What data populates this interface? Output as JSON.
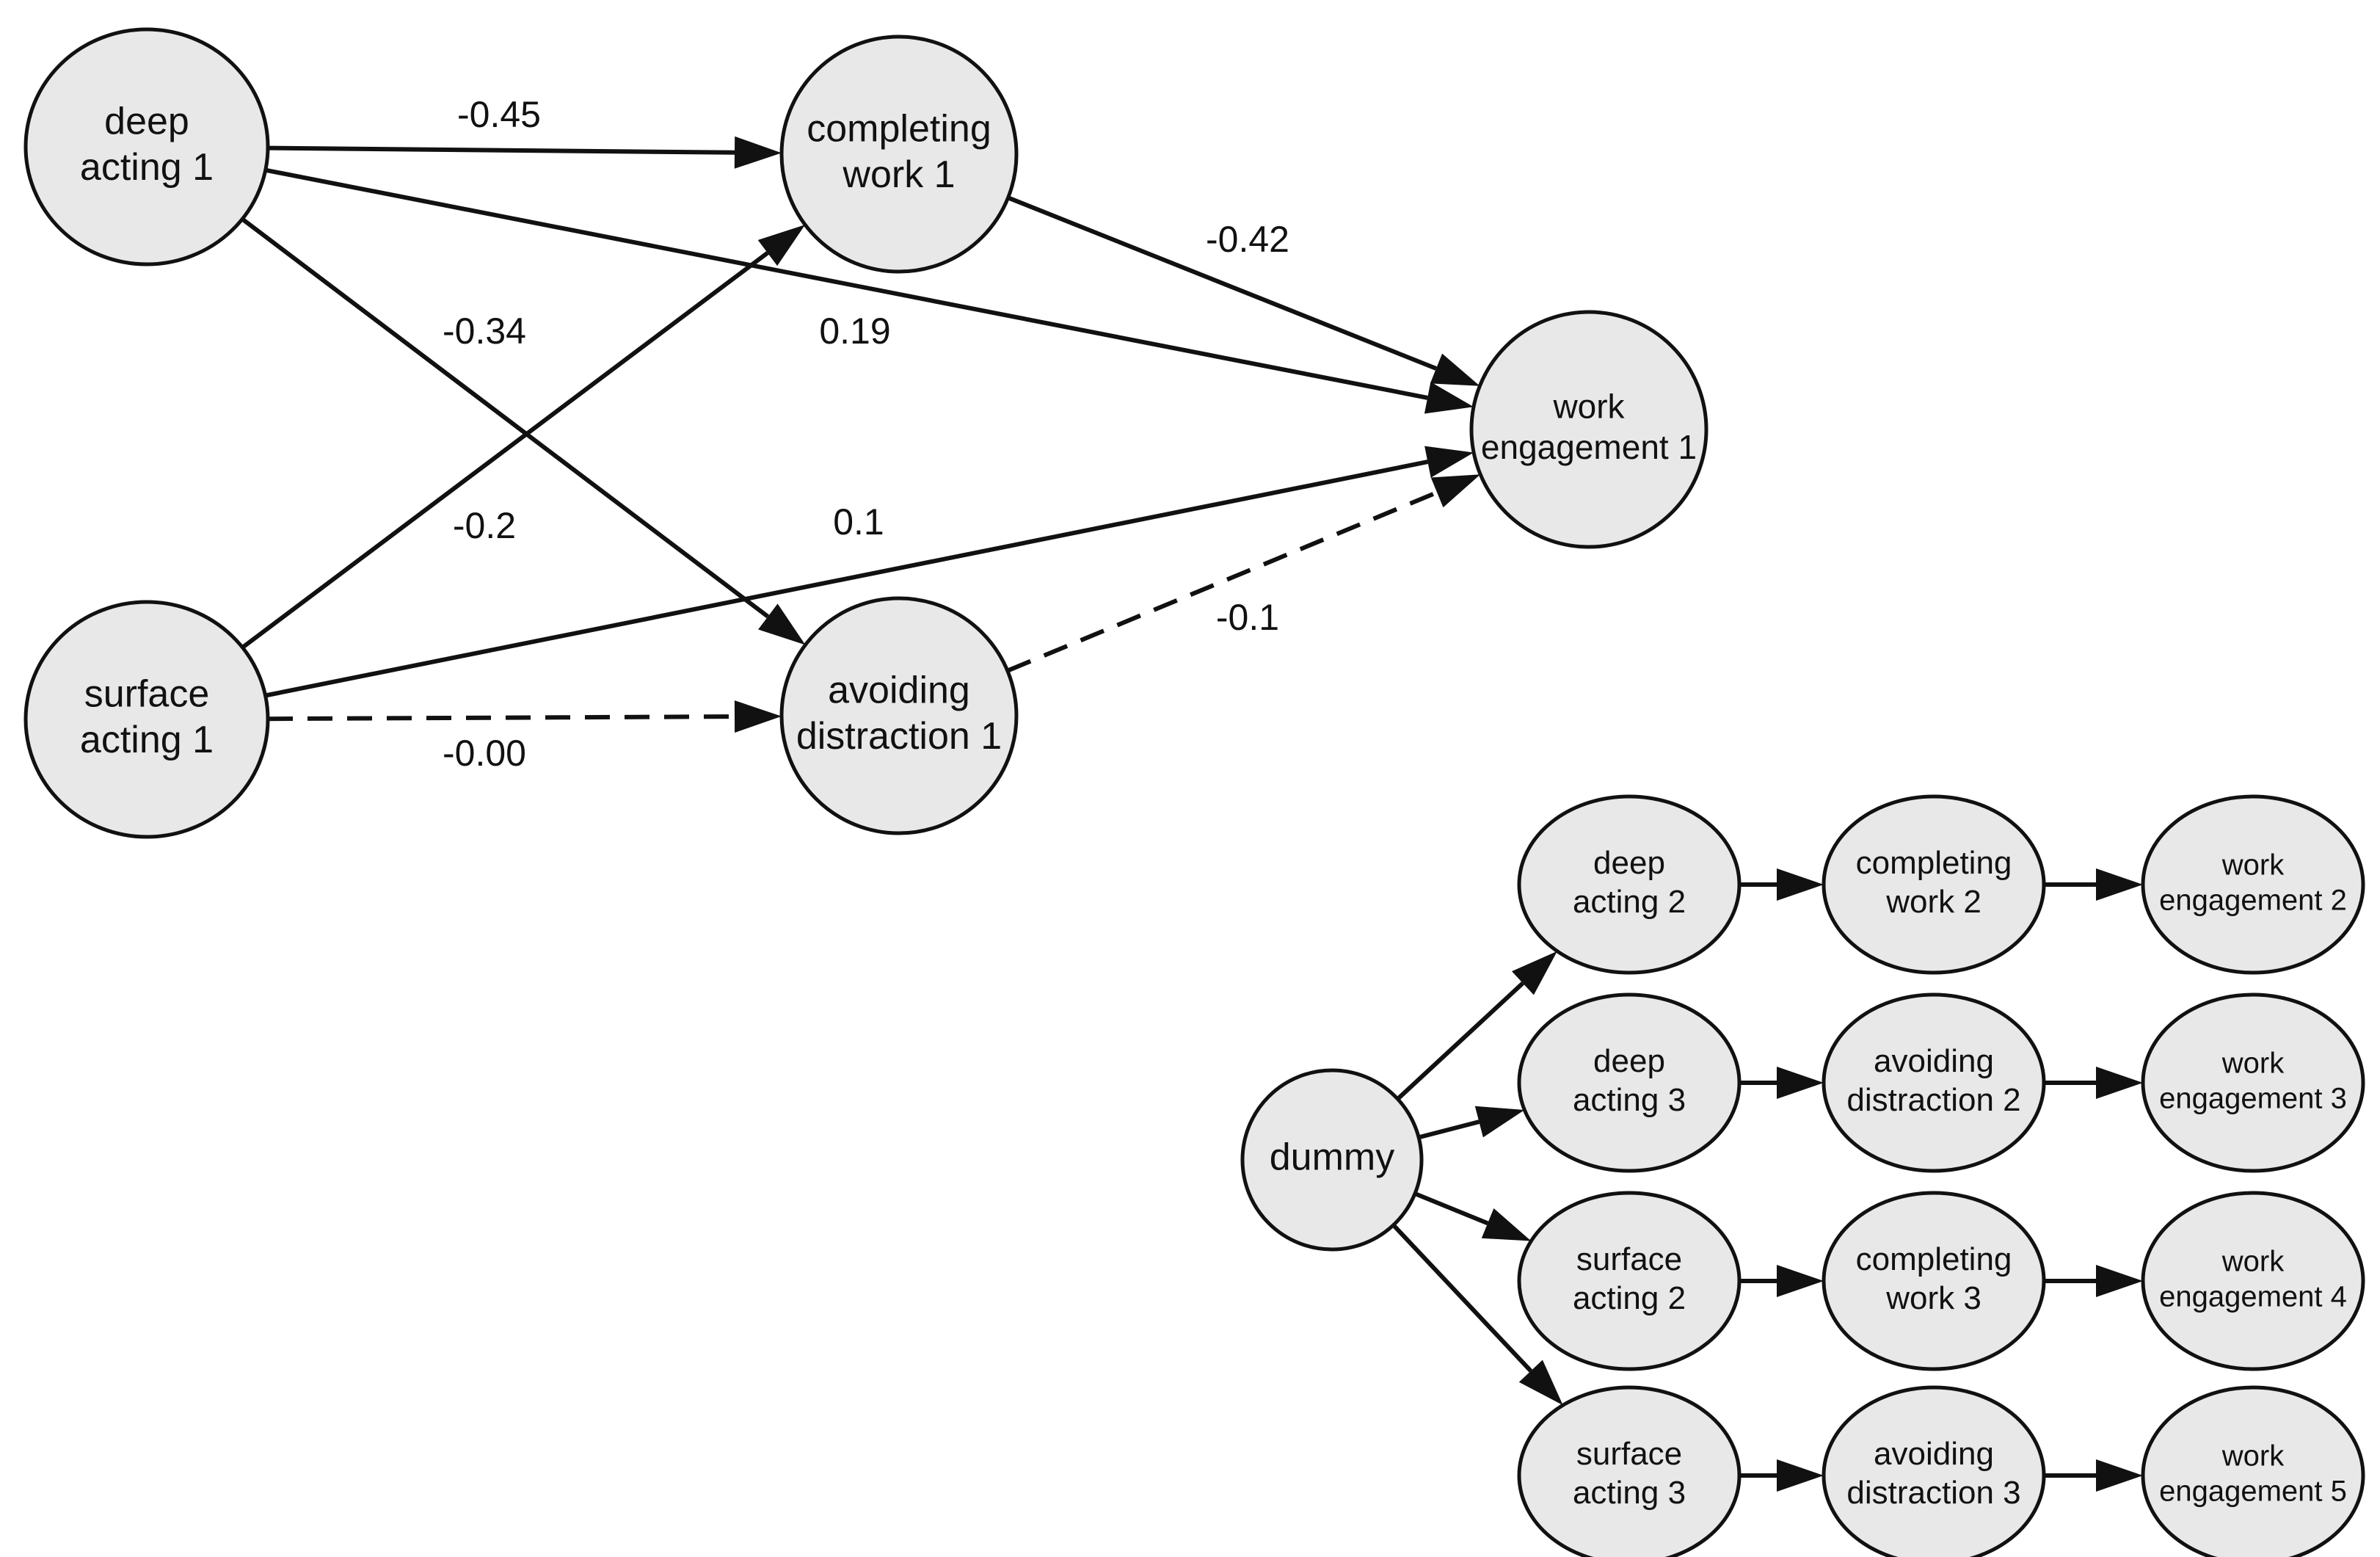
{
  "nodes": [
    {
      "id": "deep1",
      "lines": [
        "deep",
        "acting 1"
      ]
    },
    {
      "id": "surface1",
      "lines": [
        "surface",
        "acting 1"
      ]
    },
    {
      "id": "completing1",
      "lines": [
        "completing",
        "work 1"
      ]
    },
    {
      "id": "avoiding1",
      "lines": [
        "avoiding",
        "distraction 1"
      ]
    },
    {
      "id": "engagement1",
      "lines": [
        "work",
        "engagement 1"
      ]
    },
    {
      "id": "dummy",
      "lines": [
        "dummy"
      ]
    },
    {
      "id": "deep2",
      "lines": [
        "deep",
        "acting 2"
      ]
    },
    {
      "id": "deep3",
      "lines": [
        "deep",
        "acting 3"
      ]
    },
    {
      "id": "surface2",
      "lines": [
        "surface",
        "acting 2"
      ]
    },
    {
      "id": "surface3",
      "lines": [
        "surface",
        "acting 3"
      ]
    },
    {
      "id": "completing2",
      "lines": [
        "completing",
        "work 2"
      ]
    },
    {
      "id": "avoiding2",
      "lines": [
        "avoiding",
        "distraction 2"
      ]
    },
    {
      "id": "completing3",
      "lines": [
        "completing",
        "work 3"
      ]
    },
    {
      "id": "avoiding3",
      "lines": [
        "avoiding",
        "distraction 3"
      ]
    },
    {
      "id": "engagement2",
      "lines": [
        "work",
        "engagement 2"
      ]
    },
    {
      "id": "engagement3",
      "lines": [
        "work",
        "engagement 3"
      ]
    },
    {
      "id": "engagement4",
      "lines": [
        "work",
        "engagement 4"
      ]
    },
    {
      "id": "engagement5",
      "lines": [
        "work",
        "engagement 5"
      ]
    }
  ],
  "edges": [
    {
      "from": "deep1",
      "to": "completing1",
      "coefficient": -0.45,
      "label": "-0.45",
      "style": "solid"
    },
    {
      "from": "deep1",
      "to": "engagement1",
      "coefficient": 0.19,
      "label": "0.19",
      "style": "solid"
    },
    {
      "from": "deep1",
      "to": "avoiding1",
      "coefficient": -0.34,
      "label": "-0.34",
      "style": "solid"
    },
    {
      "from": "surface1",
      "to": "completing1",
      "coefficient": -0.2,
      "label": "-0.2",
      "style": "solid"
    },
    {
      "from": "surface1",
      "to": "engagement1",
      "coefficient": 0.1,
      "label": "0.1",
      "style": "solid"
    },
    {
      "from": "surface1",
      "to": "avoiding1",
      "coefficient": -0.0,
      "label": "-0.00",
      "style": "dashed"
    },
    {
      "from": "completing1",
      "to": "engagement1",
      "coefficient": -0.42,
      "label": "-0.42",
      "style": "solid"
    },
    {
      "from": "avoiding1",
      "to": "engagement1",
      "coefficient": -0.1,
      "label": "-0.1",
      "style": "dashed"
    },
    {
      "from": "dummy",
      "to": "deep2",
      "label": "",
      "style": "solid"
    },
    {
      "from": "dummy",
      "to": "deep3",
      "label": "",
      "style": "solid"
    },
    {
      "from": "dummy",
      "to": "surface2",
      "label": "",
      "style": "solid"
    },
    {
      "from": "dummy",
      "to": "surface3",
      "label": "",
      "style": "solid"
    },
    {
      "from": "deep2",
      "to": "completing2",
      "label": "",
      "style": "solid"
    },
    {
      "from": "deep3",
      "to": "avoiding2",
      "label": "",
      "style": "solid"
    },
    {
      "from": "surface2",
      "to": "completing3",
      "label": "",
      "style": "solid"
    },
    {
      "from": "surface3",
      "to": "avoiding3",
      "label": "",
      "style": "solid"
    },
    {
      "from": "completing2",
      "to": "engagement2",
      "label": "",
      "style": "solid"
    },
    {
      "from": "avoiding2",
      "to": "engagement3",
      "label": "",
      "style": "solid"
    },
    {
      "from": "completing3",
      "to": "engagement4",
      "label": "",
      "style": "solid"
    },
    {
      "from": "avoiding3",
      "to": "engagement5",
      "label": "",
      "style": "solid"
    }
  ],
  "colors": {
    "node_fill": "#e8e8e8",
    "stroke": "#111111",
    "background": "#ffffff"
  }
}
